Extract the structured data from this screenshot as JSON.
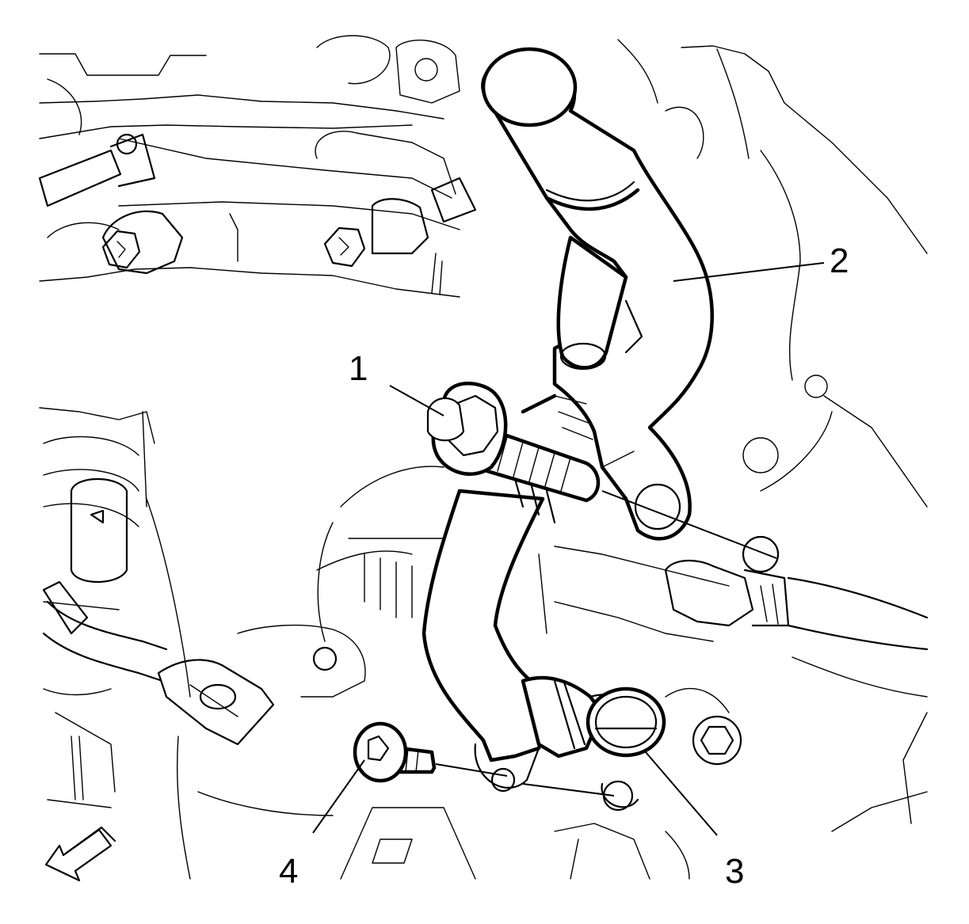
{
  "callouts": [
    {
      "id": "1",
      "label": "1"
    },
    {
      "id": "2",
      "label": "2"
    },
    {
      "id": "3",
      "label": "3"
    },
    {
      "id": "4",
      "label": "4"
    }
  ],
  "colors": {
    "line": "#000000",
    "background": "#ffffff"
  },
  "icons": {
    "direction_arrow": "front-direction-arrow-icon"
  }
}
